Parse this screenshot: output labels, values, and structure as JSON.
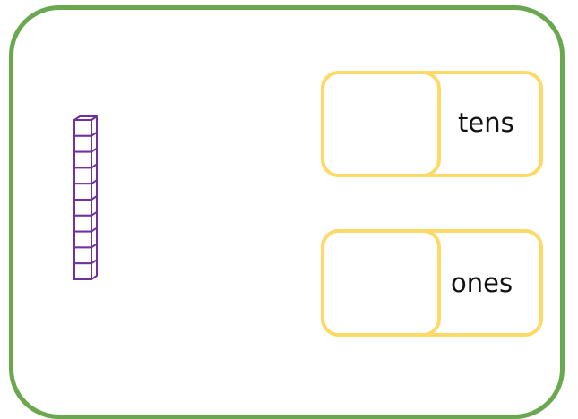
{
  "colors": {
    "frame_border": "#6aa84f",
    "box_border": "#ffd966",
    "rod_color": "#7030a0"
  },
  "base_ten_rod": {
    "icon": "ten-rod-icon",
    "unit_cubes": 10
  },
  "place_value": {
    "tens": {
      "label": "tens",
      "value": ""
    },
    "ones": {
      "label": "ones",
      "value": ""
    }
  }
}
